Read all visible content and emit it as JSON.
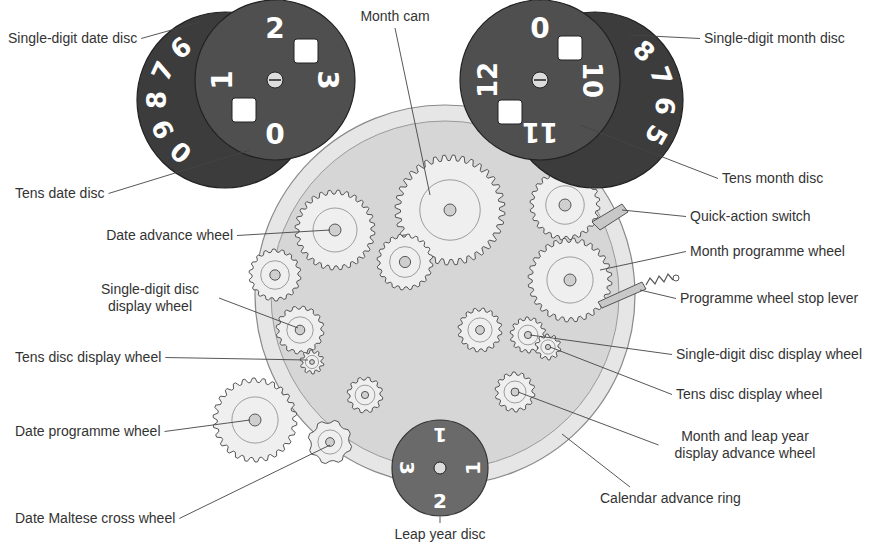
{
  "diagram": {
    "labels": [
      "Month cam",
      "Single-digit date disc",
      "Tens date disc",
      "Single-digit month disc",
      "Tens month disc",
      "Date advance wheel",
      "Quick-action switch",
      "Month programme wheel",
      "Single-digit disc display wheel",
      "Programme wheel stop lever",
      "Tens disc display wheel",
      "Single-digit disc display wheel",
      "Tens disc display wheel",
      "Date programme wheel",
      "Month and leap year display advance wheel",
      "Date Maltese cross wheel",
      "Calendar advance ring",
      "Leap year disc",
      "6",
      "7",
      "8",
      "9",
      "0",
      "2",
      "3",
      "0",
      "1",
      "8",
      "7",
      "6",
      "5",
      "0",
      "10",
      "12",
      "11",
      "1",
      "3",
      "2",
      "1"
    ]
  }
}
